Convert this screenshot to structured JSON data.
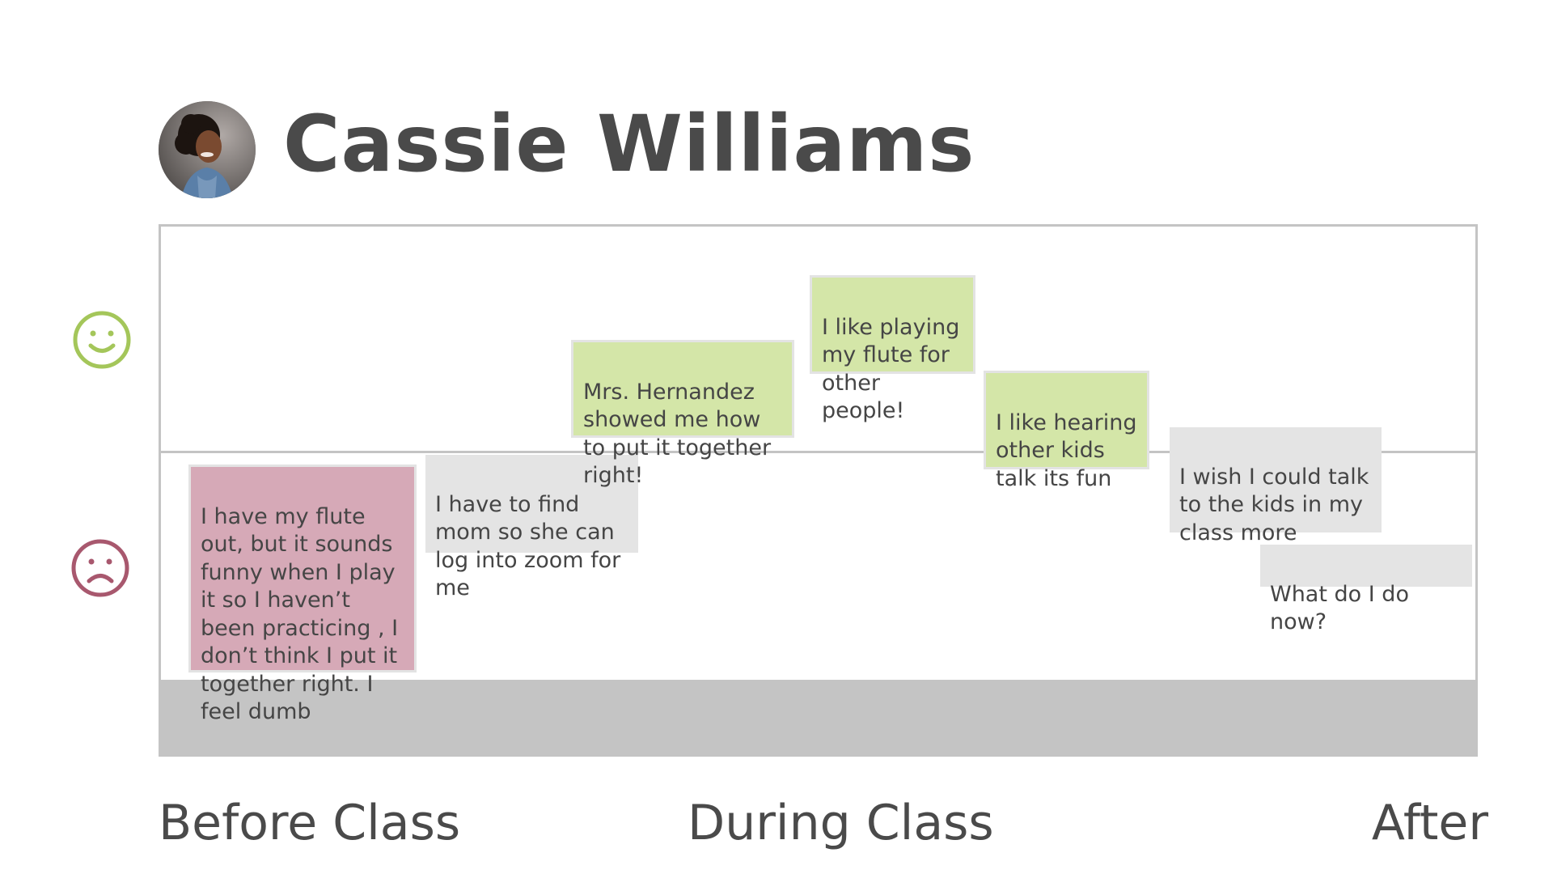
{
  "persona": {
    "name": "Cassie Williams"
  },
  "colors": {
    "positive_note": "#d4e6a8",
    "negative_note": "#d6a9b7",
    "neutral_note": "#e4e4e4",
    "happy_face": "#a4c65a",
    "sad_face": "#a8586e",
    "board_border": "#c4c4c4",
    "text": "#4a4a4a"
  },
  "icons": {
    "avatar": "girl-portrait-avatar",
    "happy": "smiley-face-icon",
    "sad": "frowning-face-icon"
  },
  "notes": [
    {
      "sentiment": "negative",
      "phase": "Before Class",
      "text": "I have my flute out, but it sounds funny when I play it so I haven’t been practicing , I don’t think I put it together right. I feel dumb"
    },
    {
      "sentiment": "neutral",
      "phase": "Before Class",
      "text": "I have to find mom so she can log into zoom for me"
    },
    {
      "sentiment": "positive",
      "phase": "During Class",
      "text": "Mrs. Hernandez showed me how to put it together right!"
    },
    {
      "sentiment": "positive",
      "phase": "During Class",
      "text": "I like playing my flute for other people!"
    },
    {
      "sentiment": "positive",
      "phase": "During Class",
      "text": "I like hearing other kids talk its fun"
    },
    {
      "sentiment": "neutral",
      "phase": "After",
      "text": "I wish I could talk to the kids in my class more"
    },
    {
      "sentiment": "neutral",
      "phase": "After",
      "text": "What do I do now?"
    }
  ],
  "phases": [
    "Before Class",
    "During Class",
    "After"
  ]
}
